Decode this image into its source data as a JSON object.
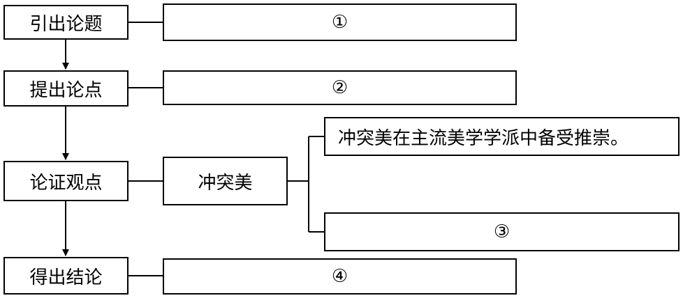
{
  "steps": [
    {
      "label": "引出论题",
      "content": "①"
    },
    {
      "label": "提出论点",
      "content": "②"
    },
    {
      "label": "论证观点",
      "middle": "冲突美"
    },
    {
      "label": "得出结论",
      "content": "④"
    }
  ],
  "branches": [
    {
      "text": "冲突美在主流美学学派中备受推崇。"
    },
    {
      "text": "③"
    }
  ]
}
